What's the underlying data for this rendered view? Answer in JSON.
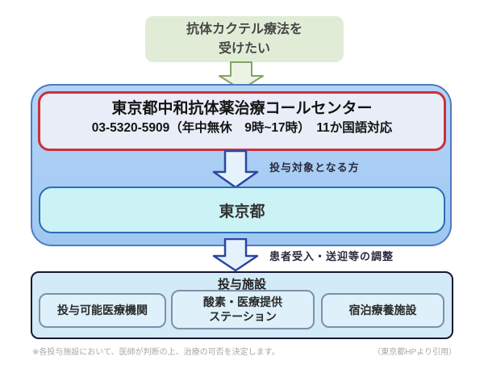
{
  "flow": {
    "start_box": {
      "line1": "抗体カクテル療法を",
      "line2": "受けたい"
    },
    "call_center": {
      "title": "東京都中和抗体薬治療コールセンター",
      "details": "03-5320-5909（年中無休　9時~17時）　11か国語対応"
    },
    "arrow_label_target": "投与対象となる方",
    "tokyo_box": {
      "label": "東京都"
    },
    "arrow_label_coordination": "患者受入・送迎等の調整",
    "facilities": {
      "title": "投与施設",
      "items": [
        {
          "l1": "投与可能医療機関"
        },
        {
          "l1": "酸素・医療提供",
          "l2": "ステーション"
        },
        {
          "l1": "宿泊療養施設"
        }
      ]
    },
    "footnote": "※各投与施設において、医師が判断の上、治療の可否を決定します。",
    "source": "（東京都HPより引用）"
  },
  "colors": {
    "start_box_bg": "#e1ecd7",
    "green_arrow_fill": "#ecf3e2",
    "green_arrow_stroke": "#83a363",
    "container_bg": "#a7cbf2",
    "container_border": "#4b7cc0",
    "call_center_bg": "#e9edf8",
    "call_center_border": "#c9323b",
    "blue_arrow_fill": "#e5f2fb",
    "blue_arrow_stroke": "#2a46a0",
    "tokyo_box_bg": "#cbf2f5",
    "tokyo_box_border": "#2b6db8",
    "facilities_bg": "#d3eaf7",
    "facilities_border": "#181834",
    "facility_item_bg": "#def0fa",
    "facility_item_border": "#7e90a9"
  }
}
